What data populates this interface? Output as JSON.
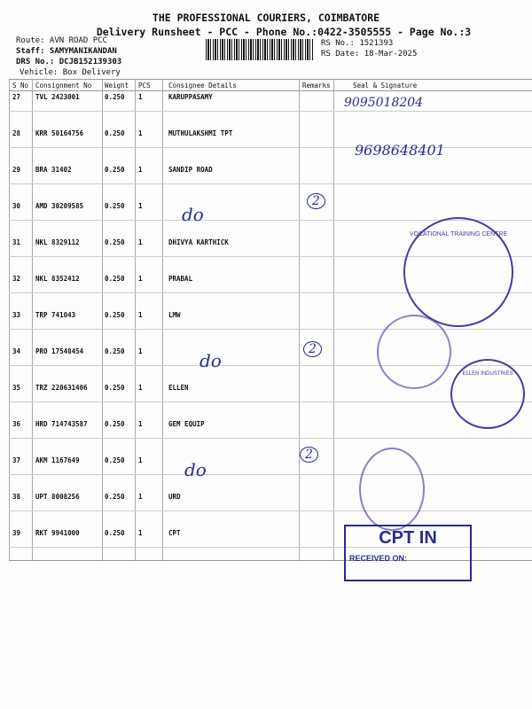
{
  "header": {
    "company": "THE PROFESSIONAL COURIERS, COIMBATORE",
    "subtitle": "Delivery Runsheet - PCC - Phone No.:0422-3505555 - Page No.:3"
  },
  "meta": {
    "route": "Route: AVN ROAD PCC",
    "staff": "Staff: SAMYMANIKANDAN",
    "drs": "DRS No.: DCJB152139303",
    "vehicle": "Vehicle: Box Delivery",
    "rs_no": "RS No.: 1521393",
    "rs_date": "RS Date: 18-Mar-2025"
  },
  "columns": [
    "S No",
    "Consignment No",
    "Weight",
    "PCS",
    "Consignee Details",
    "Remarks",
    "Seal & Signature"
  ],
  "rows": [
    {
      "sno": "27",
      "cn": "TVL 2423001",
      "wt": "0.250",
      "pcs": "1",
      "consignee": "KARUPPASAMY"
    },
    {
      "sno": "28",
      "cn": "KRR 50164756",
      "wt": "0.250",
      "pcs": "1",
      "consignee": "MUTHULAKSHMI TPT"
    },
    {
      "sno": "29",
      "cn": "BRA 31402",
      "wt": "0.250",
      "pcs": "1",
      "consignee": "SANDIP ROAD"
    },
    {
      "sno": "30",
      "cn": "AMD 30209585",
      "wt": "0.250",
      "pcs": "1",
      "consignee": ""
    },
    {
      "sno": "31",
      "cn": "NKL 8329112",
      "wt": "0.250",
      "pcs": "1",
      "consignee": "DHIVYA KARTHICK"
    },
    {
      "sno": "32",
      "cn": "NKL 8352412",
      "wt": "0.250",
      "pcs": "1",
      "consignee": "PRABAL"
    },
    {
      "sno": "33",
      "cn": "TRP 741043",
      "wt": "0.250",
      "pcs": "1",
      "consignee": "LMW"
    },
    {
      "sno": "34",
      "cn": "PRO 17548454",
      "wt": "0.250",
      "pcs": "1",
      "consignee": ""
    },
    {
      "sno": "35",
      "cn": "TRZ 220631406",
      "wt": "0.250",
      "pcs": "1",
      "consignee": "ELLEN"
    },
    {
      "sno": "36",
      "cn": "HRD 714743587",
      "wt": "0.250",
      "pcs": "1",
      "consignee": "GEM EQUIP"
    },
    {
      "sno": "37",
      "cn": "AKM 1167649",
      "wt": "0.250",
      "pcs": "1",
      "consignee": ""
    },
    {
      "sno": "38",
      "cn": "UPT 8008256",
      "wt": "0.250",
      "pcs": "1",
      "consignee": "URD"
    },
    {
      "sno": "39",
      "cn": "RKT 9941000",
      "wt": "0.250",
      "pcs": "1",
      "consignee": "CPT"
    }
  ],
  "handwriting": {
    "phone1": "9095018204",
    "phone2": "9698648401",
    "ditto": "do",
    "count": "2"
  },
  "stamps": {
    "cpt": "CPT IN",
    "received": "RECEIVED ON:",
    "vocational": "VOCATIONAL TRAINING CENTRE",
    "ellen": "ELLEN INDUSTRIES"
  }
}
